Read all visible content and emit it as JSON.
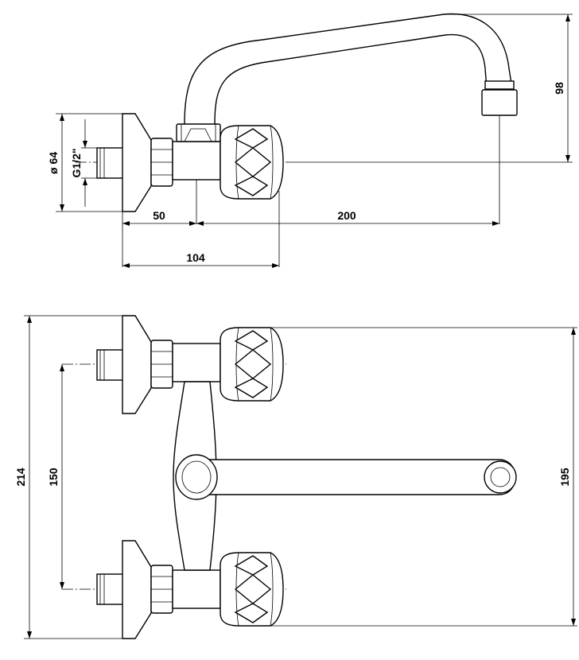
{
  "side_view": {
    "dim_diameter": "ø 64",
    "dim_thread": "G1/2\"",
    "dim_50": "50",
    "dim_200": "200",
    "dim_104": "104",
    "dim_98": "98"
  },
  "front_view": {
    "dim_214": "214",
    "dim_150": "150",
    "dim_195": "195"
  }
}
